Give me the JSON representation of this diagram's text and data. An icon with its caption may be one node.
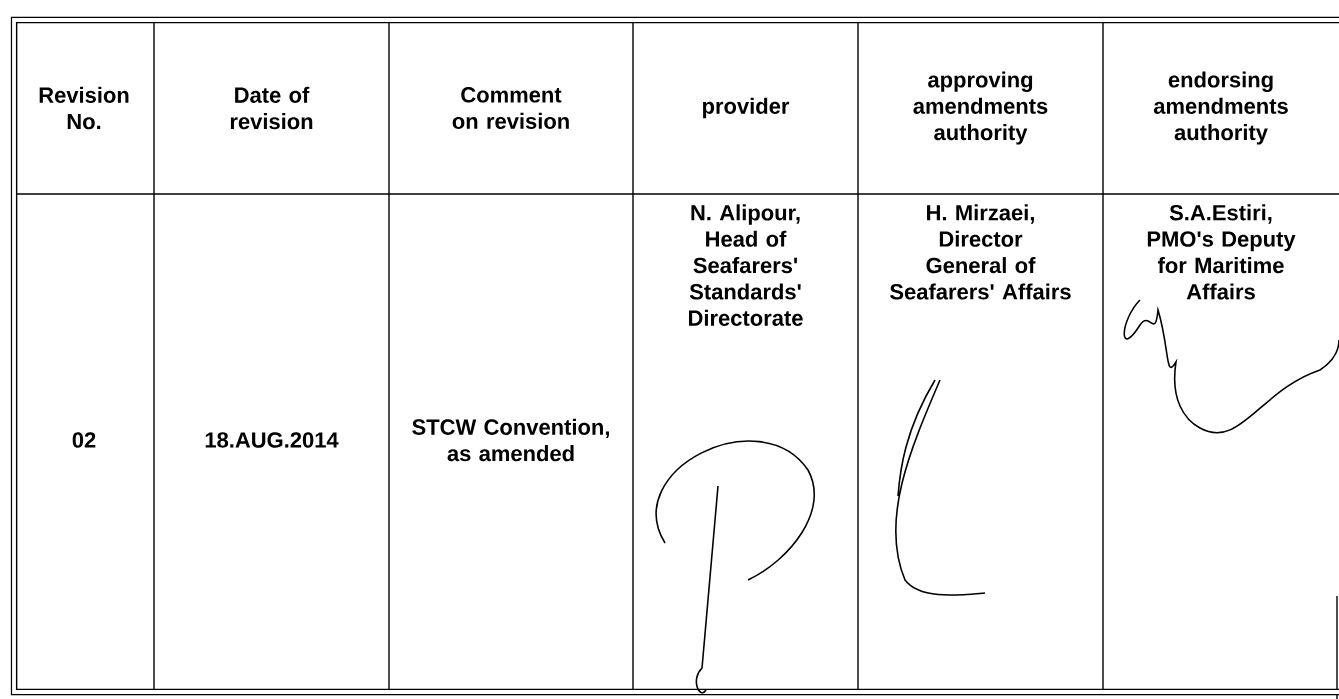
{
  "diagram": {
    "labels": [
      "Revision No.",
      "Date of revision",
      "Comment on revision",
      "provider",
      "approving amendments authority",
      "endorsing amendments authority",
      "02",
      "18.AUG.2014",
      "STCW Convention, as amended",
      "N. Alipour, Head of Seafarers' Standards' Directorate",
      "H. Mirzaei, Director General of Seafarers' Affairs",
      "S.A.Estiri, PMO's Deputy for Maritime Affairs"
    ]
  }
}
